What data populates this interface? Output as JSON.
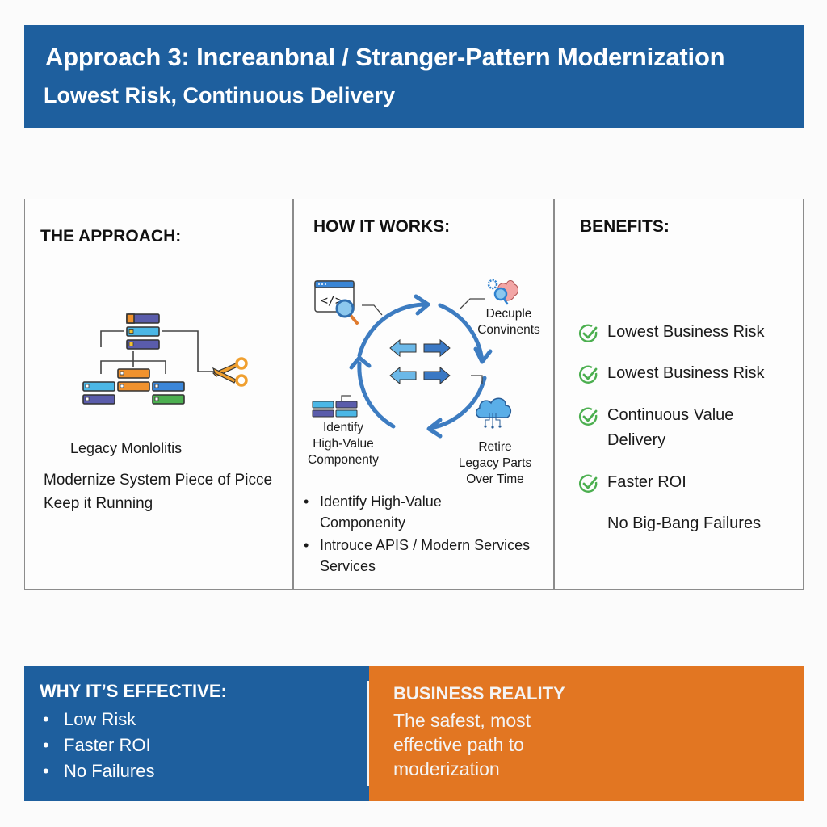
{
  "header": {
    "title": "Approach 3: Increanbnal / Stranger-Pattern Modernization",
    "subtitle": "Lowest Risk, Continuous Delivery"
  },
  "colors": {
    "primary_blue": "#1e5f9e",
    "accent_orange": "#e27622",
    "check_green": "#4caf50",
    "cycle_blue": "#3d7cc1"
  },
  "approach": {
    "heading": "THE APPROACH:",
    "diagram_icons": [
      "server-rack-icon",
      "scissors-icon"
    ],
    "caption": "Legacy Monlolitis",
    "lines": [
      "Modernize System Piece of Picce",
      "Keep it Running"
    ]
  },
  "how_it_works": {
    "heading": "HOW IT WORKS:",
    "cycle_steps": [
      {
        "icon": "code-search-icon",
        "label": ""
      },
      {
        "icon": "gear-brain-icon",
        "label_lines": [
          "Decuple",
          "Convinents"
        ]
      },
      {
        "icon": "cloud-network-icon",
        "label_lines": [
          "Retire",
          "Legacy Parts",
          "Over Time"
        ]
      },
      {
        "icon": "server-blocks-icon",
        "label_lines": [
          "Identify",
          "High-Value",
          "Componenty"
        ]
      }
    ],
    "center_icon": "bidirectional-arrows-icon",
    "bullets": [
      {
        "lines": [
          "Identify High-Value",
          "Componenity"
        ]
      },
      {
        "lines": [
          "Introuce APIS / Modern Services",
          "Services"
        ]
      }
    ]
  },
  "benefits": {
    "heading": "BENEFITS:",
    "items": [
      {
        "label_lines": [
          "Lowest Business Risk"
        ],
        "checked": true
      },
      {
        "label_lines": [
          "Lowest Business Risk"
        ],
        "checked": true
      },
      {
        "label_lines": [
          "Continuous Value",
          "Delivery"
        ],
        "checked": true
      },
      {
        "label_lines": [
          "Faster ROI"
        ],
        "checked": true
      },
      {
        "label_lines": [
          "No Big-Bang Failures"
        ],
        "checked": false
      }
    ]
  },
  "why_effective": {
    "heading": "WHY IT’S EFFECTIVE:",
    "items": [
      "Low Risk",
      "Faster ROI",
      "No Failures"
    ]
  },
  "business_reality": {
    "heading": "BUSINESS REALITY",
    "text": "The safest, most effective path to moderization"
  }
}
